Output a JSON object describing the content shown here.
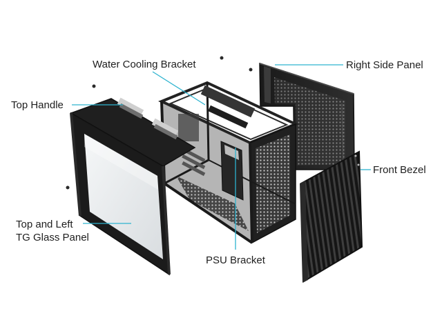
{
  "diagram": {
    "labels": {
      "water_cooling_bracket": "Water Cooling Bracket",
      "right_side_panel": "Right Side Panel",
      "top_handle": "Top Handle",
      "front_bezel": "Front Bezel",
      "top_left_glass_line1": "Top and Left",
      "top_left_glass_line2": "TG Glass Panel",
      "psu_bracket": "PSU Bracket"
    },
    "colors": {
      "leader_line": "#2db3cf",
      "panel_dark": "#1c1c1c",
      "glass": "#e9ecef",
      "background": "#ffffff"
    }
  }
}
